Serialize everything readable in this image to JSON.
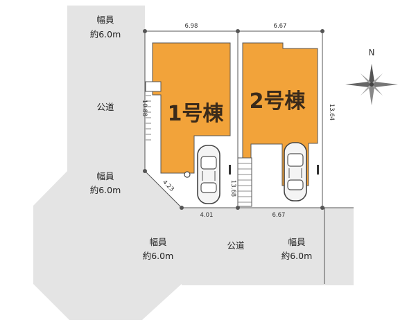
{
  "roads": {
    "top_width_line1": "幅員",
    "top_width_line2": "約6.0m",
    "left_public_road": "公道",
    "mid_width_line1": "幅員",
    "mid_width_line2": "約6.0m",
    "bottom_left_width_line1": "幅員",
    "bottom_left_width_line2": "約6.0m",
    "bottom_public_road": "公道",
    "bottom_right_width_line1": "幅員",
    "bottom_right_width_line2": "約6.0m"
  },
  "buildings": {
    "house1_label": "1号棟",
    "house2_label": "2号棟"
  },
  "dimensions": {
    "top_left": "6.98",
    "top_right": "6.67",
    "left_side": "10.88",
    "middle_side": "13.68",
    "right_side": "13.64",
    "corner_cut": "4.23",
    "bottom_left": "4.01",
    "bottom_right": "6.67"
  },
  "compass": {
    "north_label": "N"
  },
  "colors": {
    "road": "#e4e4e4",
    "building": "#f2a33a",
    "building_stroke": "#555555",
    "lot_line": "#555555"
  }
}
